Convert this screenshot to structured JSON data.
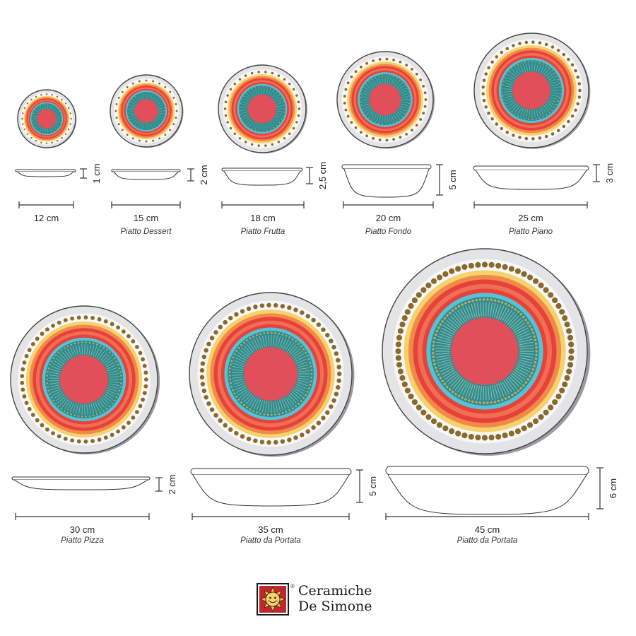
{
  "plates": [
    {
      "diameter_label": "12 cm",
      "height_label": "1 cm",
      "name": ""
    },
    {
      "diameter_label": "15 cm",
      "height_label": "2 cm",
      "name": "Piatto Dessert"
    },
    {
      "diameter_label": "18 cm",
      "height_label": "2,5 cm",
      "name": "Piatto Frutta"
    },
    {
      "diameter_label": "20 cm",
      "height_label": "5 cm",
      "name": "Piatto Fondo"
    },
    {
      "diameter_label": "25 cm",
      "height_label": "3 cm",
      "name": "Piatto Piano"
    },
    {
      "diameter_label": "30 cm",
      "height_label": "2 cm",
      "name": "Piatto Pizza"
    },
    {
      "diameter_label": "35 cm",
      "height_label": "5 cm",
      "name": "Piatto da Portata"
    },
    {
      "diameter_label": "45 cm",
      "height_label": "6 cm",
      "name": "Piatto da Portata"
    }
  ],
  "colors": {
    "rim": "#c9c9cc",
    "rim_shadow": "#9a9aa0",
    "dots": "#8a6a2c",
    "yellow": "#f7d26b",
    "orange": "#f08a4a",
    "red": "#e8413a",
    "coral": "#ef6f55",
    "cyan": "#55c3d6",
    "teal": "#2e8c8f",
    "center": "#e1505a",
    "line": "#333333"
  },
  "brand": {
    "line1": "Ceramiche",
    "line2": "De Simone",
    "reg_mark": "®",
    "logo_icon": "sun-face-icon"
  }
}
